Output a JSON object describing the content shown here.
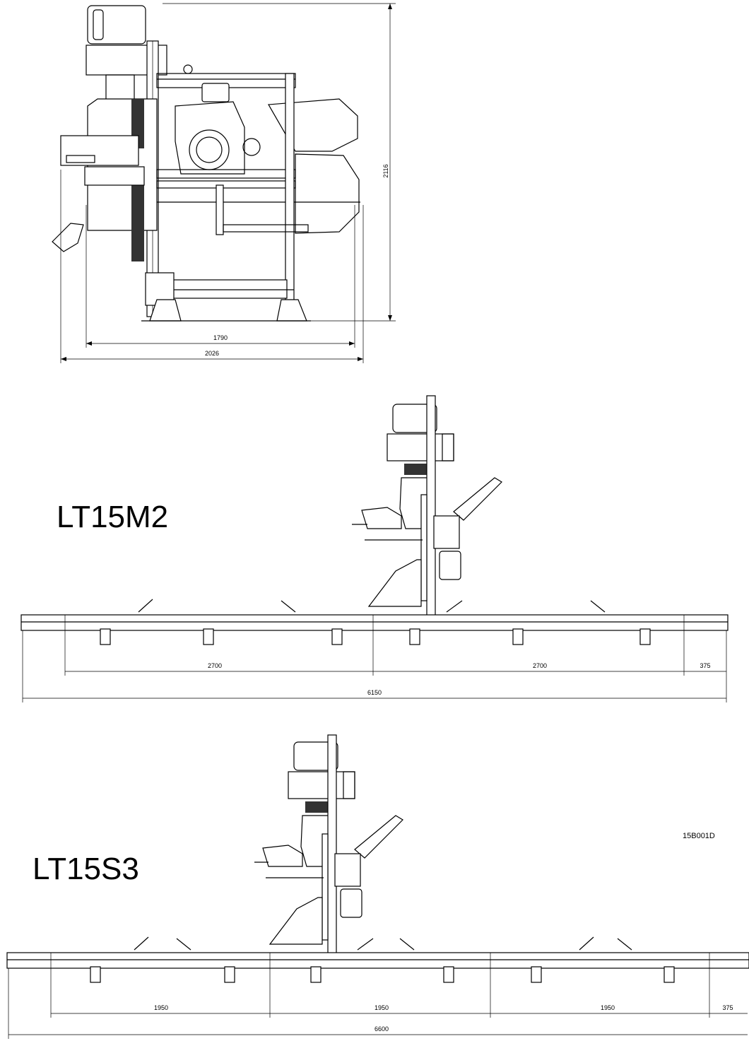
{
  "drawing_code": "15B001D",
  "end_view": {
    "dims": {
      "height": "2116",
      "inner_width": "1790",
      "overall_width": "2026"
    }
  },
  "lt15m2": {
    "model": "LT15M2",
    "dims": {
      "seg1": "2700",
      "seg2": "2700",
      "end": "375",
      "total": "6150"
    }
  },
  "lt15s3": {
    "model": "LT15S3",
    "dims": {
      "seg1": "1950",
      "seg2": "1950",
      "seg3": "1950",
      "end": "375",
      "total": "6600"
    }
  }
}
